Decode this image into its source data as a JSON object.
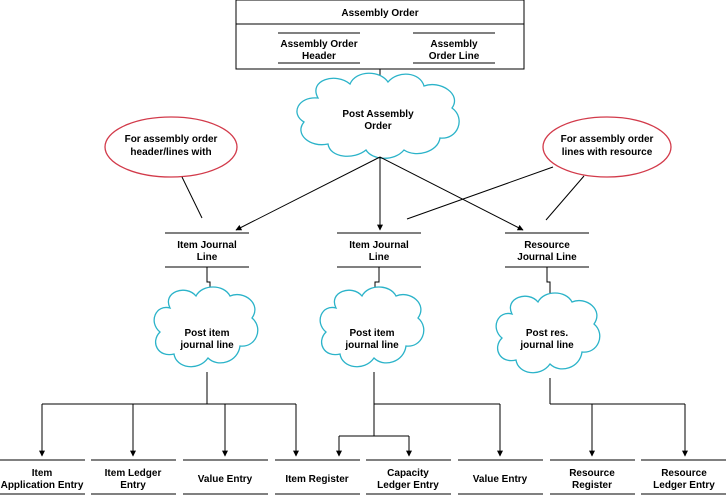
{
  "assembly_order": {
    "title": "Assembly Order",
    "header_label": [
      "Assembly Order",
      "Header"
    ],
    "line_label": [
      "Assembly",
      "Order Line"
    ]
  },
  "post_assembly_order": [
    "Post Assembly",
    "Order"
  ],
  "notes": {
    "header_lines": [
      "For assembly order",
      "header/lines with"
    ],
    "resource_lines": [
      "For assembly order",
      "lines with resource"
    ]
  },
  "journal_lines": {
    "item_left": [
      "Item Journal",
      "Line"
    ],
    "item_mid": [
      "Item Journal",
      "Line"
    ],
    "resource": [
      "Resource",
      "Journal Line"
    ]
  },
  "post_steps": {
    "item_left": [
      "Post item",
      "journal line"
    ],
    "item_mid": [
      "Post item",
      "journal line"
    ],
    "resource": [
      "Post res.",
      "journal line"
    ]
  },
  "entries": {
    "item_application": [
      "Item",
      "Application Entry"
    ],
    "item_ledger": [
      "Item Ledger",
      "Entry"
    ],
    "value_left": [
      "Value Entry"
    ],
    "item_register": [
      "Item Register"
    ],
    "capacity_ledger": [
      "Capacity",
      "Ledger Entry"
    ],
    "value_mid": [
      "Value Entry"
    ],
    "resource_register": [
      "Resource",
      "Register"
    ],
    "resource_ledger": [
      "Resource",
      "Ledger Entry"
    ]
  },
  "colors": {
    "line": "#000000",
    "cloud_stroke": "#2bb3c9",
    "note_stroke": "#d23a4a"
  }
}
